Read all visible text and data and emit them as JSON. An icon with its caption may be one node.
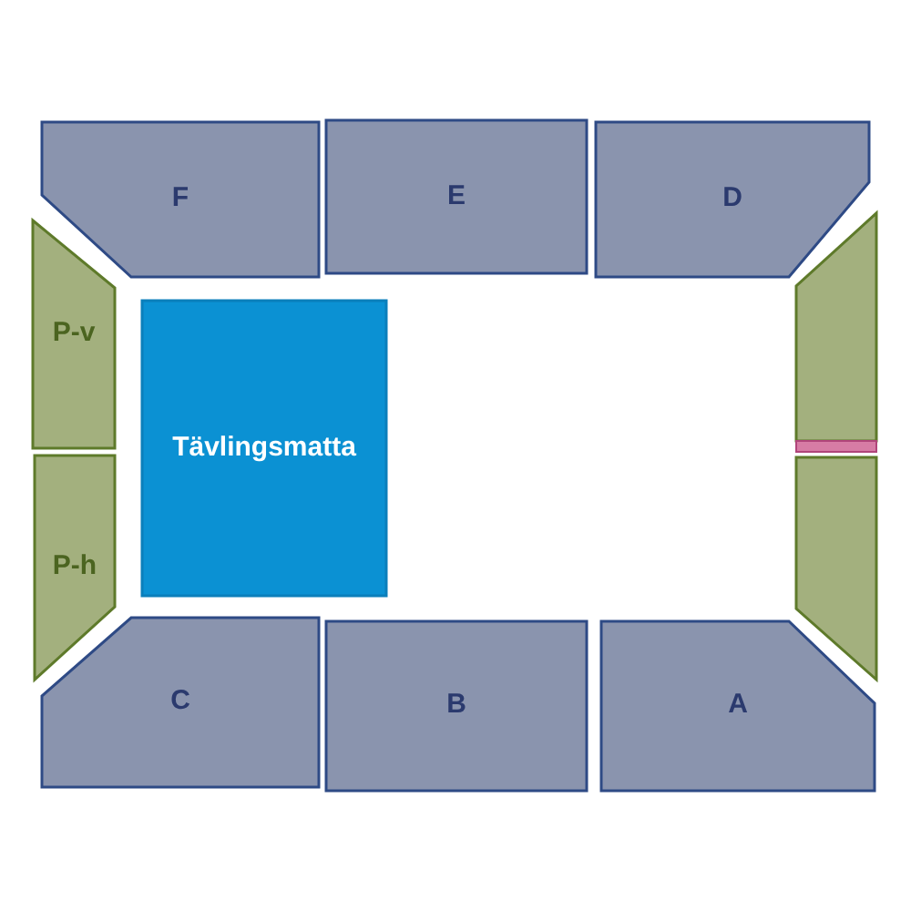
{
  "diagram": {
    "nodes": [
      {
        "text": [
          "F"
        ]
      },
      {
        "text": [
          "E"
        ]
      },
      {
        "text": [
          "D"
        ]
      },
      {
        "text": [
          "P-v"
        ]
      },
      {
        "text": [
          "Tävlingsmatta"
        ]
      },
      {
        "text": [],
        "shape": "box"
      },
      {
        "text": [],
        "shape": "bar"
      },
      {
        "text": [
          "P-h"
        ]
      },
      {
        "text": [],
        "shape": "box"
      },
      {
        "text": [
          "C"
        ]
      },
      {
        "text": [
          "B"
        ]
      },
      {
        "text": [
          "A"
        ]
      }
    ]
  }
}
